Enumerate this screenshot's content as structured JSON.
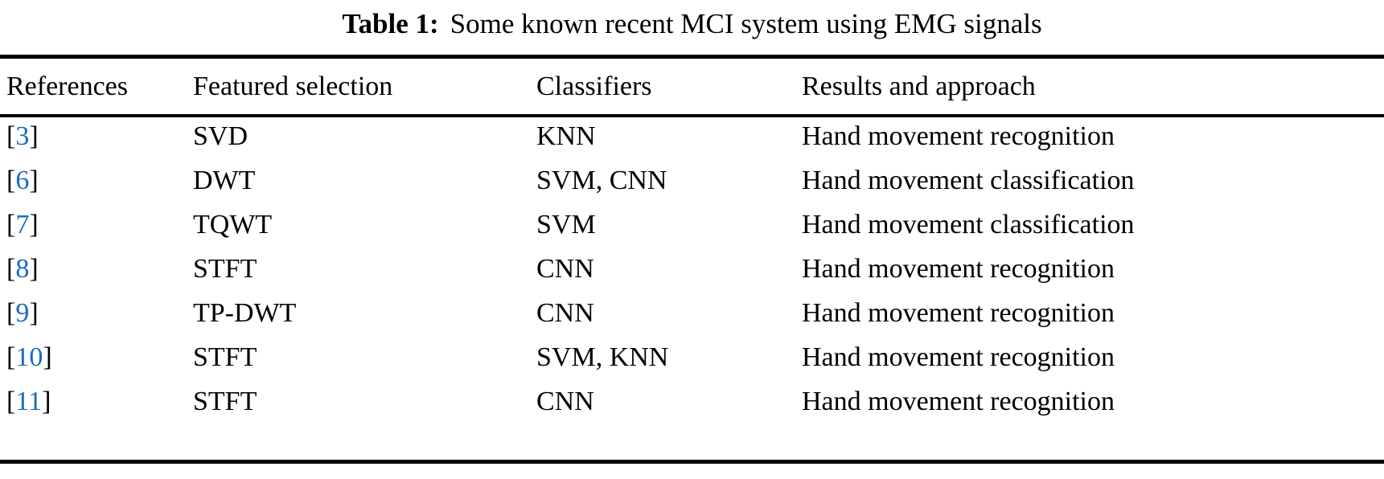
{
  "caption": {
    "label": "Table 1:",
    "text": "Some known recent MCI system using EMG signals"
  },
  "colors": {
    "text": "#000000",
    "citation_link": "#1a6bbf",
    "rule": "#000000",
    "background": "#ffffff"
  },
  "table": {
    "columns": [
      {
        "key": "references",
        "header": "References"
      },
      {
        "key": "featured_selection",
        "header": "Featured selection"
      },
      {
        "key": "classifiers",
        "header": "Classifiers"
      },
      {
        "key": "results_and_approach",
        "header": "Results and approach"
      }
    ],
    "rows": [
      {
        "reference_open": "[",
        "reference_number": "3",
        "reference_close": "]",
        "featured_selection": "SVD",
        "classifiers": "KNN",
        "results_and_approach": "Hand movement recognition"
      },
      {
        "reference_open": "[",
        "reference_number": "6",
        "reference_close": "]",
        "featured_selection": "DWT",
        "classifiers": "SVM, CNN",
        "results_and_approach": "Hand movement classification"
      },
      {
        "reference_open": "[",
        "reference_number": "7",
        "reference_close": "]",
        "featured_selection": "TQWT",
        "classifiers": "SVM",
        "results_and_approach": "Hand movement classification"
      },
      {
        "reference_open": "[",
        "reference_number": "8",
        "reference_close": "]",
        "featured_selection": "STFT",
        "classifiers": "CNN",
        "results_and_approach": "Hand movement recognition"
      },
      {
        "reference_open": "[",
        "reference_number": "9",
        "reference_close": "]",
        "featured_selection": "TP-DWT",
        "classifiers": "CNN",
        "results_and_approach": "Hand movement recognition"
      },
      {
        "reference_open": "[",
        "reference_number": "10",
        "reference_close": "]",
        "featured_selection": "STFT",
        "classifiers": "SVM, KNN",
        "results_and_approach": "Hand movement recognition"
      },
      {
        "reference_open": "[",
        "reference_number": "11",
        "reference_close": "]",
        "featured_selection": "STFT",
        "classifiers": "CNN",
        "results_and_approach": "Hand movement recognition"
      }
    ]
  }
}
